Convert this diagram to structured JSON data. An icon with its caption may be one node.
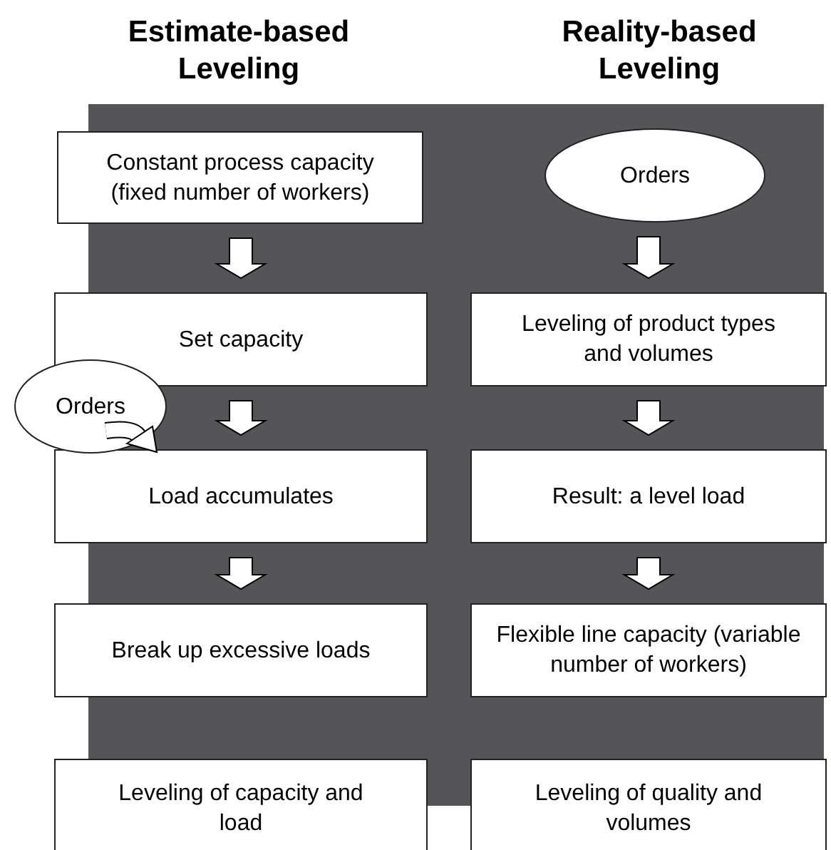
{
  "diagram": {
    "nodes": [
      {
        "text": [
          "Constant process capacity (fixed number of workers)"
        ]
      },
      {
        "text": [
          "Orders"
        ]
      },
      {
        "text": [
          "Set capacity"
        ]
      },
      {
        "text": [
          "Leveling of product types and volumes"
        ]
      },
      {
        "text": [
          "Orders"
        ]
      },
      {
        "text": [
          "Load accumulates"
        ]
      },
      {
        "text": [
          "Result: a level load"
        ]
      },
      {
        "text": [
          "Break up excessive loads"
        ]
      },
      {
        "text": [
          "Flexible line capacity (variable number of workers)"
        ]
      },
      {
        "text": [
          "Leveling of capacity and load"
        ]
      },
      {
        "text": [
          "Leveling of quality and volumes"
        ]
      }
    ],
    "edges": [
      {
        "from": 0,
        "to": 2,
        "arrow": "to"
      },
      {
        "from": 2,
        "to": 5,
        "arrow": "to"
      },
      {
        "from": 5,
        "to": 7,
        "arrow": "to"
      },
      {
        "from": 1,
        "to": 3,
        "arrow": "to"
      },
      {
        "from": 3,
        "to": 6,
        "arrow": "to"
      },
      {
        "from": 6,
        "to": 8,
        "arrow": "to"
      },
      {
        "from": 4,
        "to": 5,
        "arrow": "to"
      }
    ],
    "labels": [
      "Estimate-based Leveling",
      "Reality-based Leveling"
    ]
  }
}
